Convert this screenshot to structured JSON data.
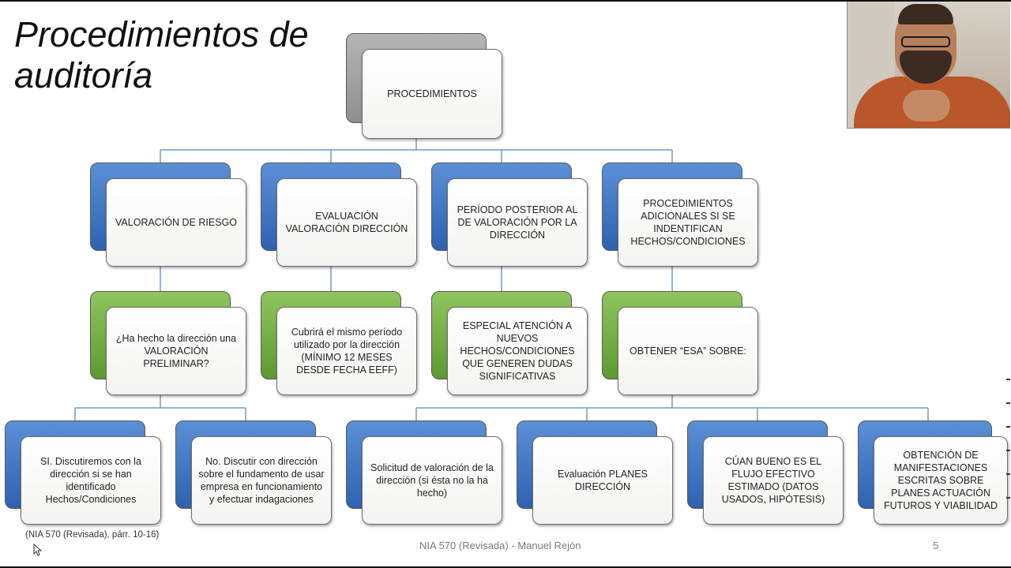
{
  "slide": {
    "title": "Procedimientos de auditoría",
    "footnote": "(NIA 570 (Revisada), párr. 10-16)",
    "footer": "NIA 570 (Revisada) - Manuel Rejón",
    "page_number": "5"
  },
  "diagram": {
    "root": "PROCEDIMIENTOS",
    "level1": [
      "VALORACIÓN DE RIESGO",
      "EVALUACIÓN VALORACIÓN DIRECCIÓN",
      "PERÍODO POSTERIOR AL DE VALORACIÓN POR LA DIRECCIÓN",
      "PROCEDIMIENTOS ADICIONALES SI SE INDENTIFICAN HECHOS/CONDICIONES"
    ],
    "level2": [
      "¿Ha hecho la dirección una VALORACIÓN PRELIMINAR?",
      "Cubrirá el mismo período utilizado por la dirección (MÍNIMO 12 MESES DESDE FECHA EEFF)",
      "ESPECIAL ATENCIÓN A NUEVOS HECHOS/CONDICIONES QUE GENEREN DUDAS SIGNIFICATIVAS",
      "OBTENER “ESA” SOBRE:"
    ],
    "level3": [
      "SI. Discutiremos con la dirección si se han identificado Hechos/Condiciones",
      "No. Discutir con dirección sobre el fundamento de usar empresa en funcionamiento y efectuar indagaciones",
      "Solicitud de valoración de la dirección (si ésta no la ha hecho)",
      "Evaluación PLANES DIRECCIÓN",
      "CÚAN BUENO ES EL FLUJO EFECTIVO ESTIMADO (DATOS USADOS, HIPÓTESIS)",
      "OBTENCIÓN DE MANIFESTACIONES ESCRITAS SOBRE PLANES ACTUACIÓN FUTUROS Y VIABILIDAD"
    ]
  },
  "colors": {
    "root_accent": "#9b9b9b",
    "level1_accent": "#3f74c4",
    "level2_accent": "#72ad45",
    "level3_accent": "#3f74c4",
    "connector": "#6f9ccc"
  }
}
